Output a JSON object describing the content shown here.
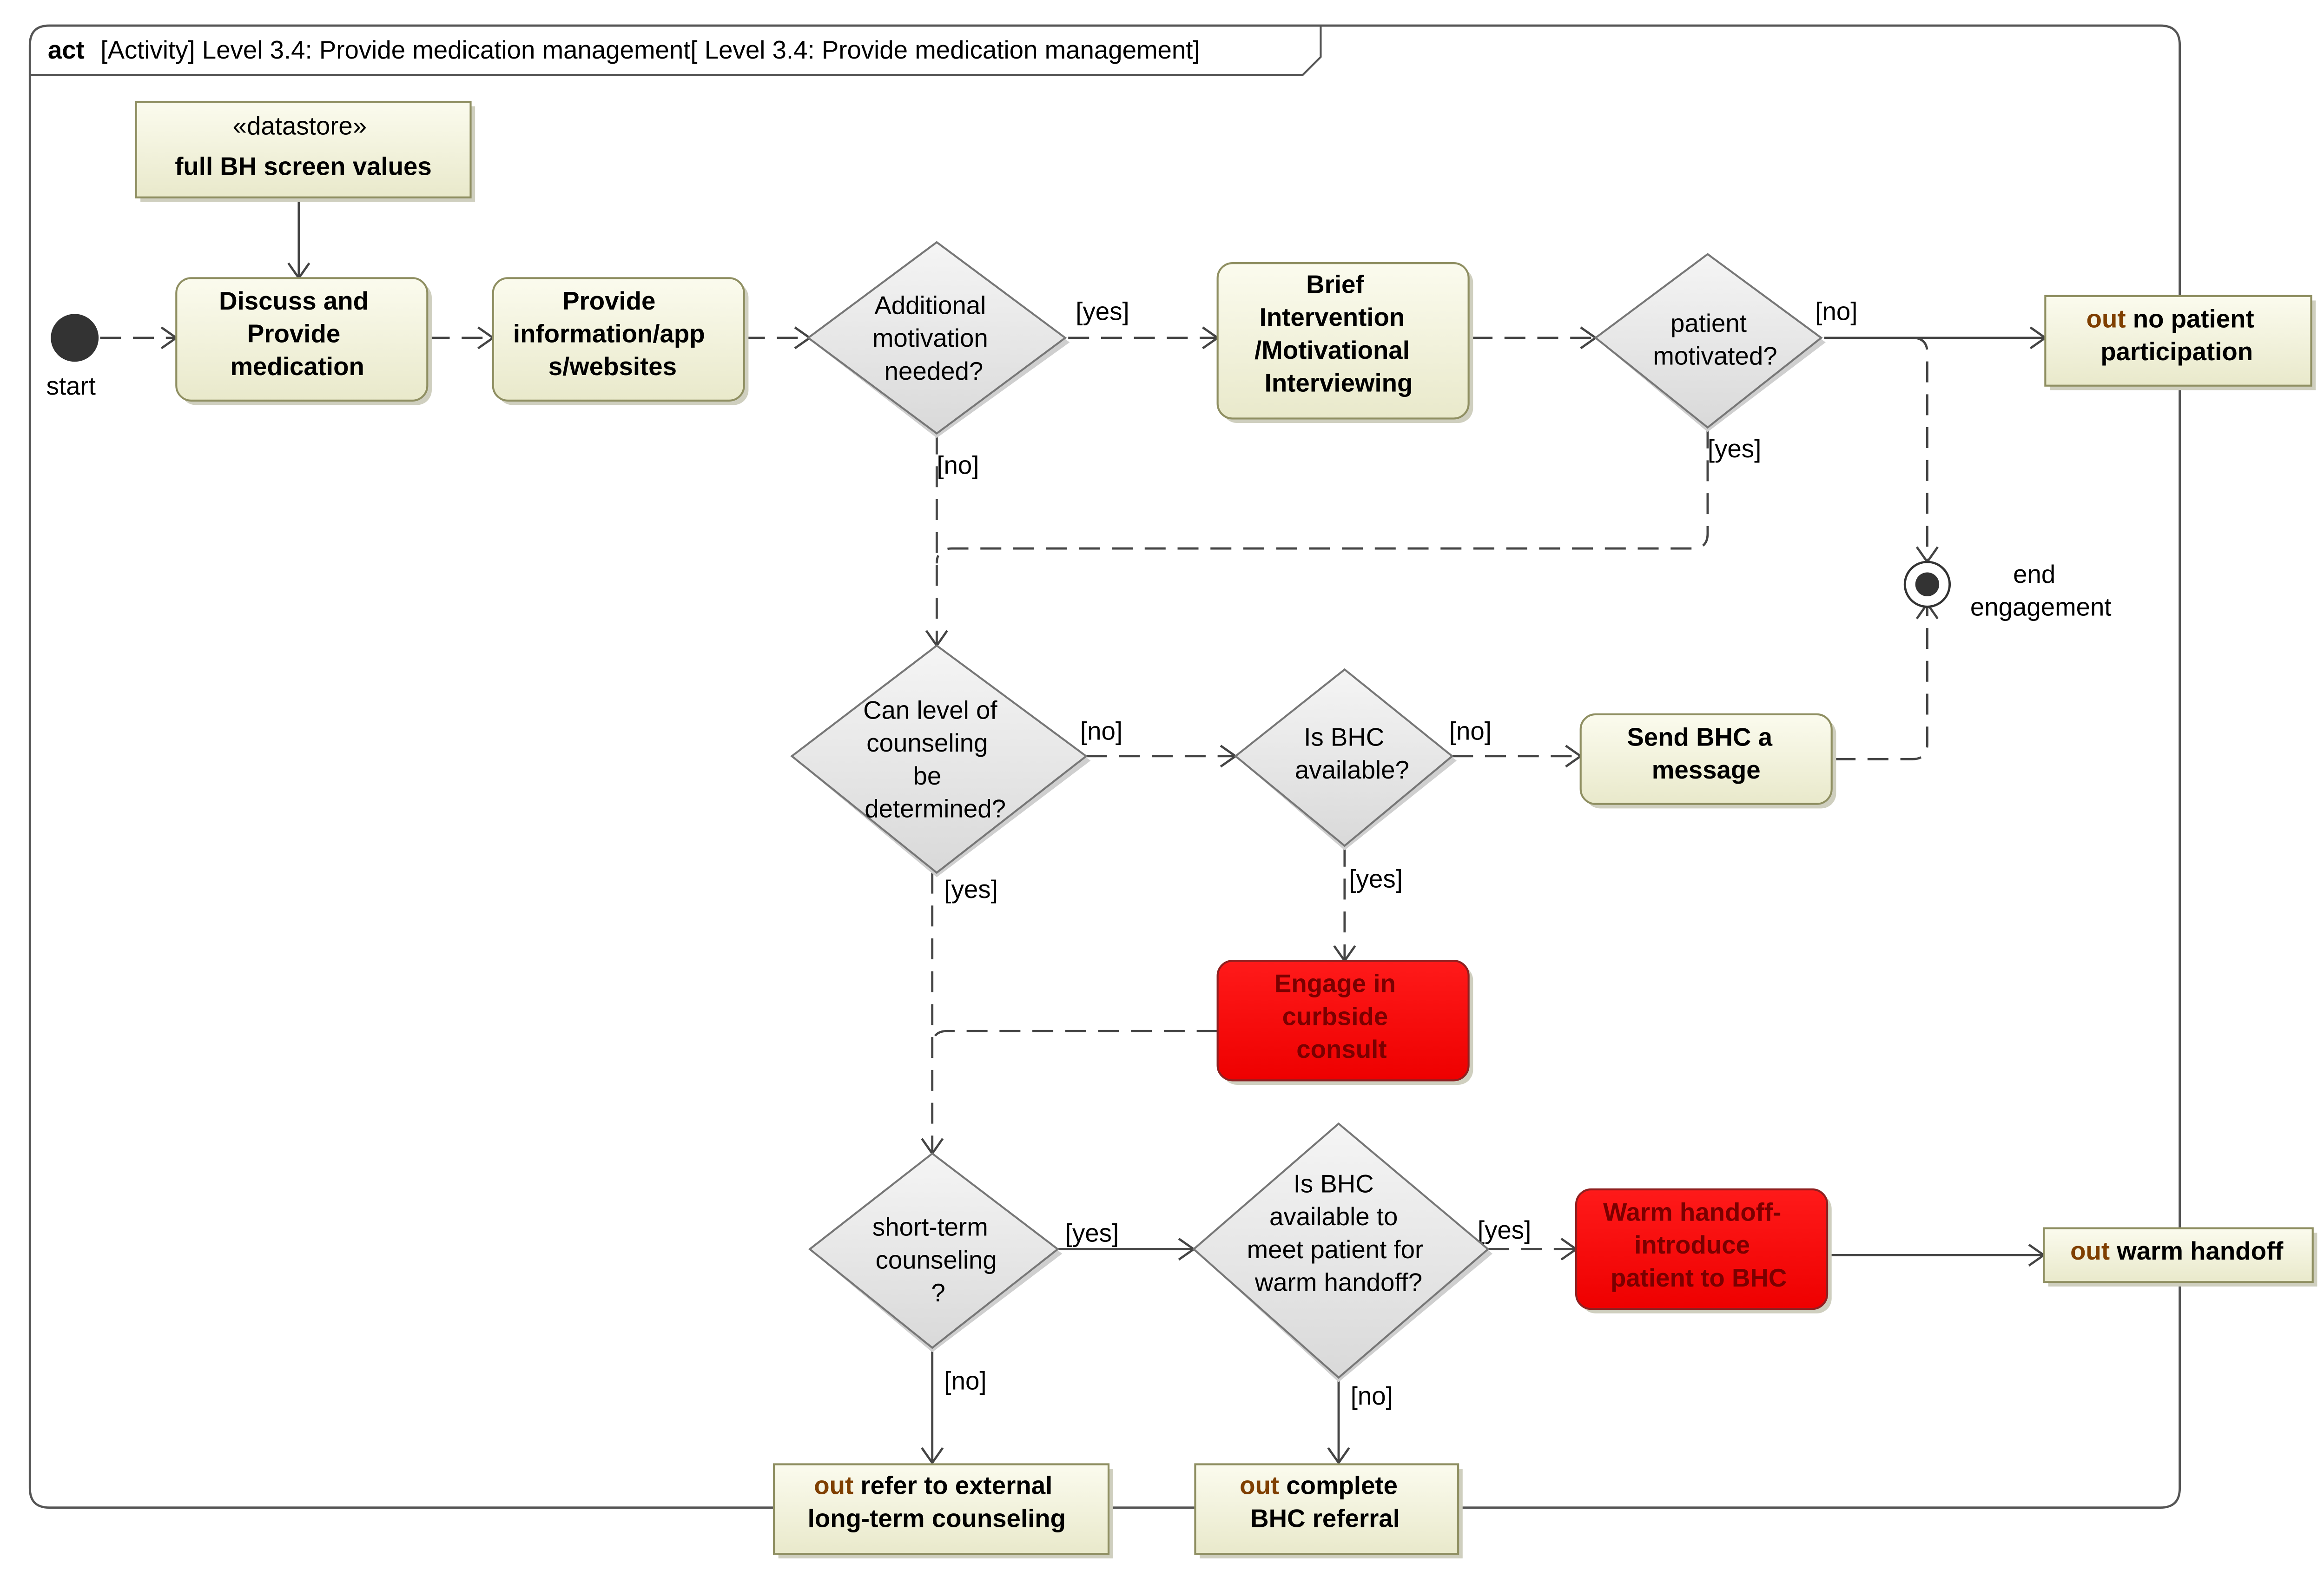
{
  "frame": {
    "keyword": "act",
    "title": "[Activity] Level 3.4:  Provide medication management[ Level 3.4:  Provide medication management]"
  },
  "start": {
    "label": "start"
  },
  "end": {
    "label_lines": [
      "end",
      "engagement"
    ]
  },
  "datastore": {
    "stereotype": "«datastore»",
    "name": "full BH screen values"
  },
  "actions": {
    "discuss": [
      "Discuss and",
      "Provide",
      "medication"
    ],
    "provide_info": [
      "Provide",
      "information/app",
      "s/websites"
    ],
    "brief_intervention": [
      "Brief",
      "Intervention",
      "/Motivational",
      "Interviewing"
    ],
    "send_bhc": [
      "Send BHC a",
      "message"
    ],
    "curbside": [
      "Engage in",
      "curbside",
      "consult"
    ],
    "warm_handoff": [
      "Warm handoff-",
      "introduce",
      "patient to BHC"
    ]
  },
  "decisions": {
    "additional_motivation": [
      "Additional",
      "motivation",
      "needed?"
    ],
    "patient_motivated": [
      "patient",
      "motivated?"
    ],
    "level_counseling": [
      "Can level of",
      "counseling",
      "be",
      "determined?"
    ],
    "bhc_available": [
      "Is BHC",
      "available?"
    ],
    "short_term": [
      "short-term",
      "counseling",
      "?"
    ],
    "bhc_meet": [
      "Is BHC",
      "available to",
      "meet patient for",
      "warm handoff?"
    ]
  },
  "pins": {
    "keyword": "out",
    "no_participation": [
      "no patient",
      "participation"
    ],
    "warm_handoff": [
      "warm handoff"
    ],
    "refer_external": [
      "refer to external",
      "long-term counseling"
    ],
    "complete_referral": [
      "complete",
      "BHC referral"
    ]
  },
  "guards": {
    "yes": "[yes]",
    "no": "[no]"
  },
  "colors": {
    "action_fill": "#eeeed2",
    "action_stroke": "#8f8f62",
    "decision_fill": "#e2e2e2",
    "alert_fill": "#ff0000",
    "alert_text": "#7a0000",
    "pin_keyword": "#7f3f00",
    "line": "#444444"
  }
}
